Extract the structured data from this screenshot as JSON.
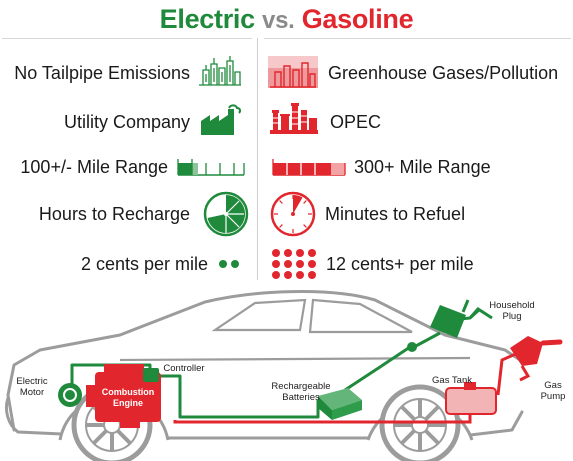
{
  "title": {
    "electric": "Electric",
    "vs": "vs.",
    "gasoline": "Gasoline"
  },
  "colors": {
    "electric": "#1f8a3c",
    "gasoline": "#e1262d",
    "car_body": "#999999"
  },
  "rows": [
    {
      "electric": "No Tailpipe Emissions",
      "electric_icon": "clean-buildings-icon",
      "gasoline": "Greenhouse Gases/Pollution",
      "gasoline_icon": "smoggy-buildings-icon"
    },
    {
      "electric": "Utility Company",
      "electric_icon": "factory-icon",
      "gasoline": "OPEC",
      "gasoline_icon": "oil-refinery-icon"
    },
    {
      "electric": "100+/- Mile Range",
      "electric_icon": "range-bar-icon",
      "gasoline": "300+ Mile Range",
      "gasoline_icon": "range-bar-icon"
    },
    {
      "electric": "Hours to Recharge",
      "electric_icon": "clock-icon",
      "gasoline": "Minutes to Refuel",
      "gasoline_icon": "clock-icon"
    },
    {
      "electric": "2 cents per mile",
      "electric_icon": "dots-icon",
      "gasoline": "12 cents+ per mile",
      "gasoline_icon": "dots-icon"
    }
  ],
  "car": {
    "electric_motor": [
      "Electric",
      "Motor"
    ],
    "combustion_engine": [
      "Combustion",
      "Engine"
    ],
    "controller": "Controller",
    "batteries": [
      "Rechargeable",
      "Batteries"
    ],
    "gas_tank": "Gas Tank",
    "household_plug": [
      "Household",
      "Plug"
    ],
    "gas_pump": [
      "Gas",
      "Pump"
    ]
  }
}
